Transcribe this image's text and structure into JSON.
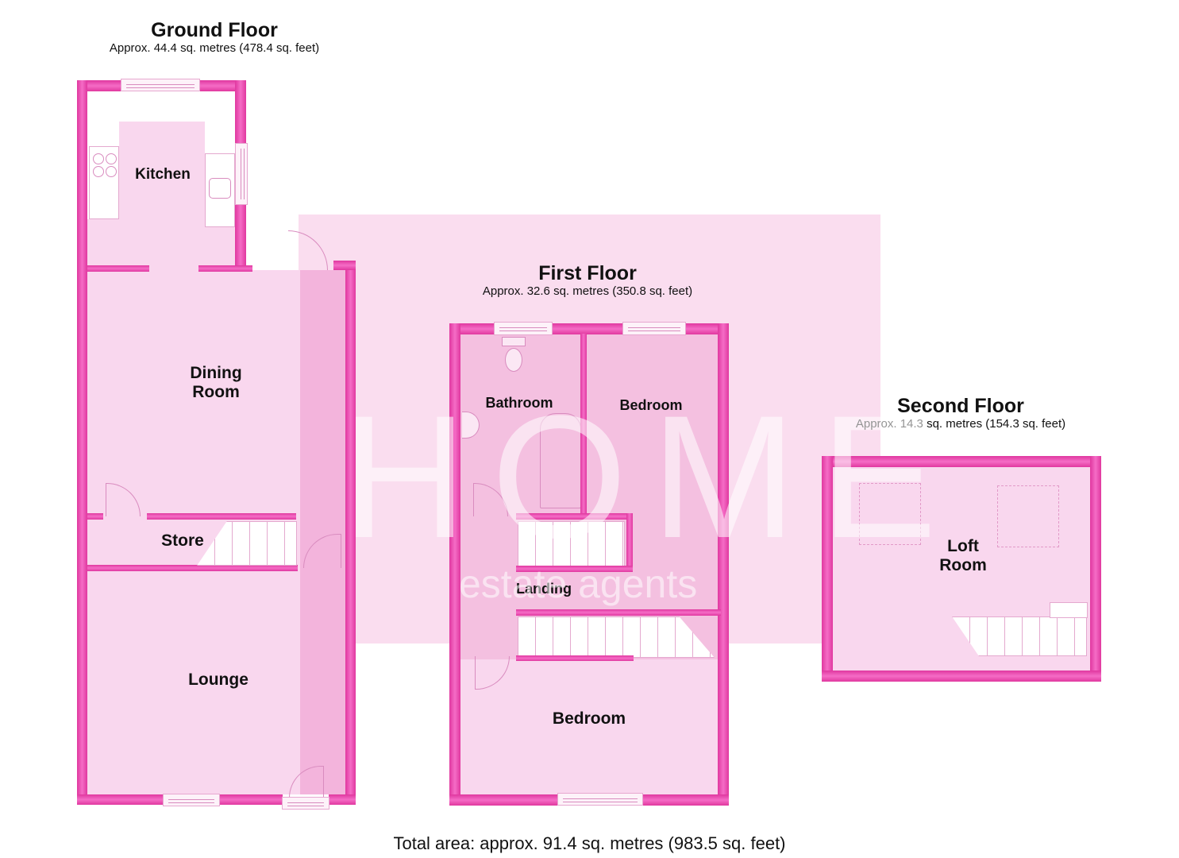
{
  "plan": {
    "accent_wall_color": "#ec4bb5",
    "room_fill_color": "#f9d7ee",
    "overlay_color": "#f3a9d6"
  },
  "floors": [
    {
      "title": "Ground Floor",
      "area": "Approx. 44.4 sq. metres (478.4 sq. feet)",
      "rooms": [
        {
          "label": "Kitchen"
        },
        {
          "label": "Dining Room"
        },
        {
          "label": "Store"
        },
        {
          "label": "Lounge"
        }
      ]
    },
    {
      "title": "First Floor",
      "area": "Approx. 32.6 sq. metres (350.8 sq. feet)",
      "rooms": [
        {
          "label": "Bathroom"
        },
        {
          "label": "Bedroom"
        },
        {
          "label": "Landing"
        },
        {
          "label": "Bedroom"
        }
      ]
    },
    {
      "title": "Second Floor",
      "area": "Approx. 14.3 sq. metres (154.3 sq. feet)",
      "rooms": [
        {
          "label": "Loft Room"
        }
      ]
    }
  ],
  "watermark": {
    "brand": "HOME",
    "tagline": "estate agents"
  },
  "total_area": "Total area: approx. 91.4 sq. metres (983.5 sq. feet)"
}
